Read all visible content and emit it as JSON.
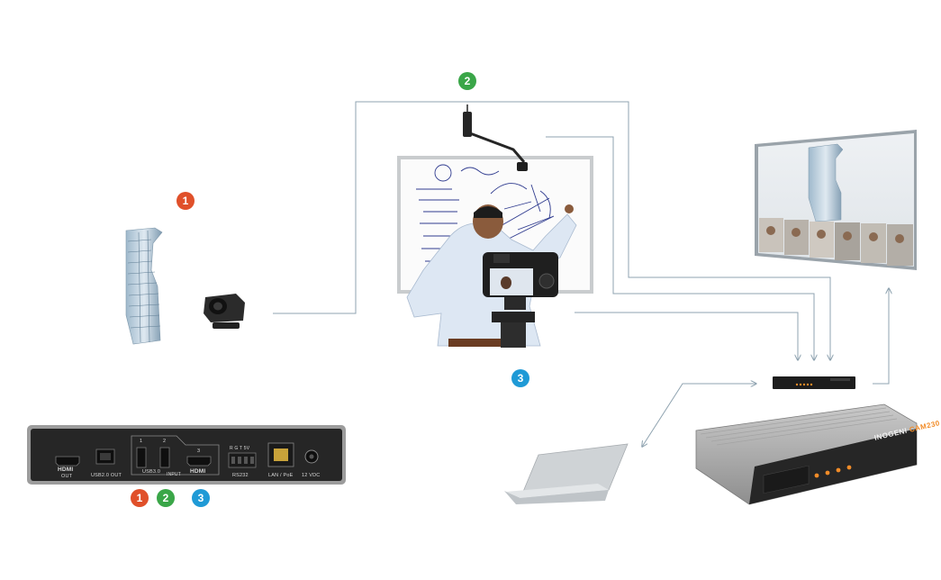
{
  "badges": {
    "one": "1",
    "two": "2",
    "three": "3"
  },
  "colors": {
    "badge_one": "#e0502a",
    "badge_two": "#3aa648",
    "badge_three": "#1f9ad6",
    "connector": "#8fa3b0",
    "device_dark": "#2a2a2a",
    "device_chassis": "#b0b0b0",
    "accent_orange": "#f28c28"
  },
  "rear_panel": {
    "hdmi_out_label": "HDMI",
    "hdmi_out_sub": "OUT",
    "usb2_out": "USB2.0 OUT",
    "port_1": "1",
    "port_2": "2",
    "port_3": "3",
    "usb3_label": "USB3.0",
    "input_label": "INPUT",
    "hdmi_in_label": "HDMI",
    "rs232_pins": "R   G   T   5V",
    "rs232_label": "RS232",
    "lan_label": "LAN / PoE",
    "power_label": "12 VDC"
  },
  "device": {
    "brand": "INOGENI",
    "model": "CAM230"
  }
}
